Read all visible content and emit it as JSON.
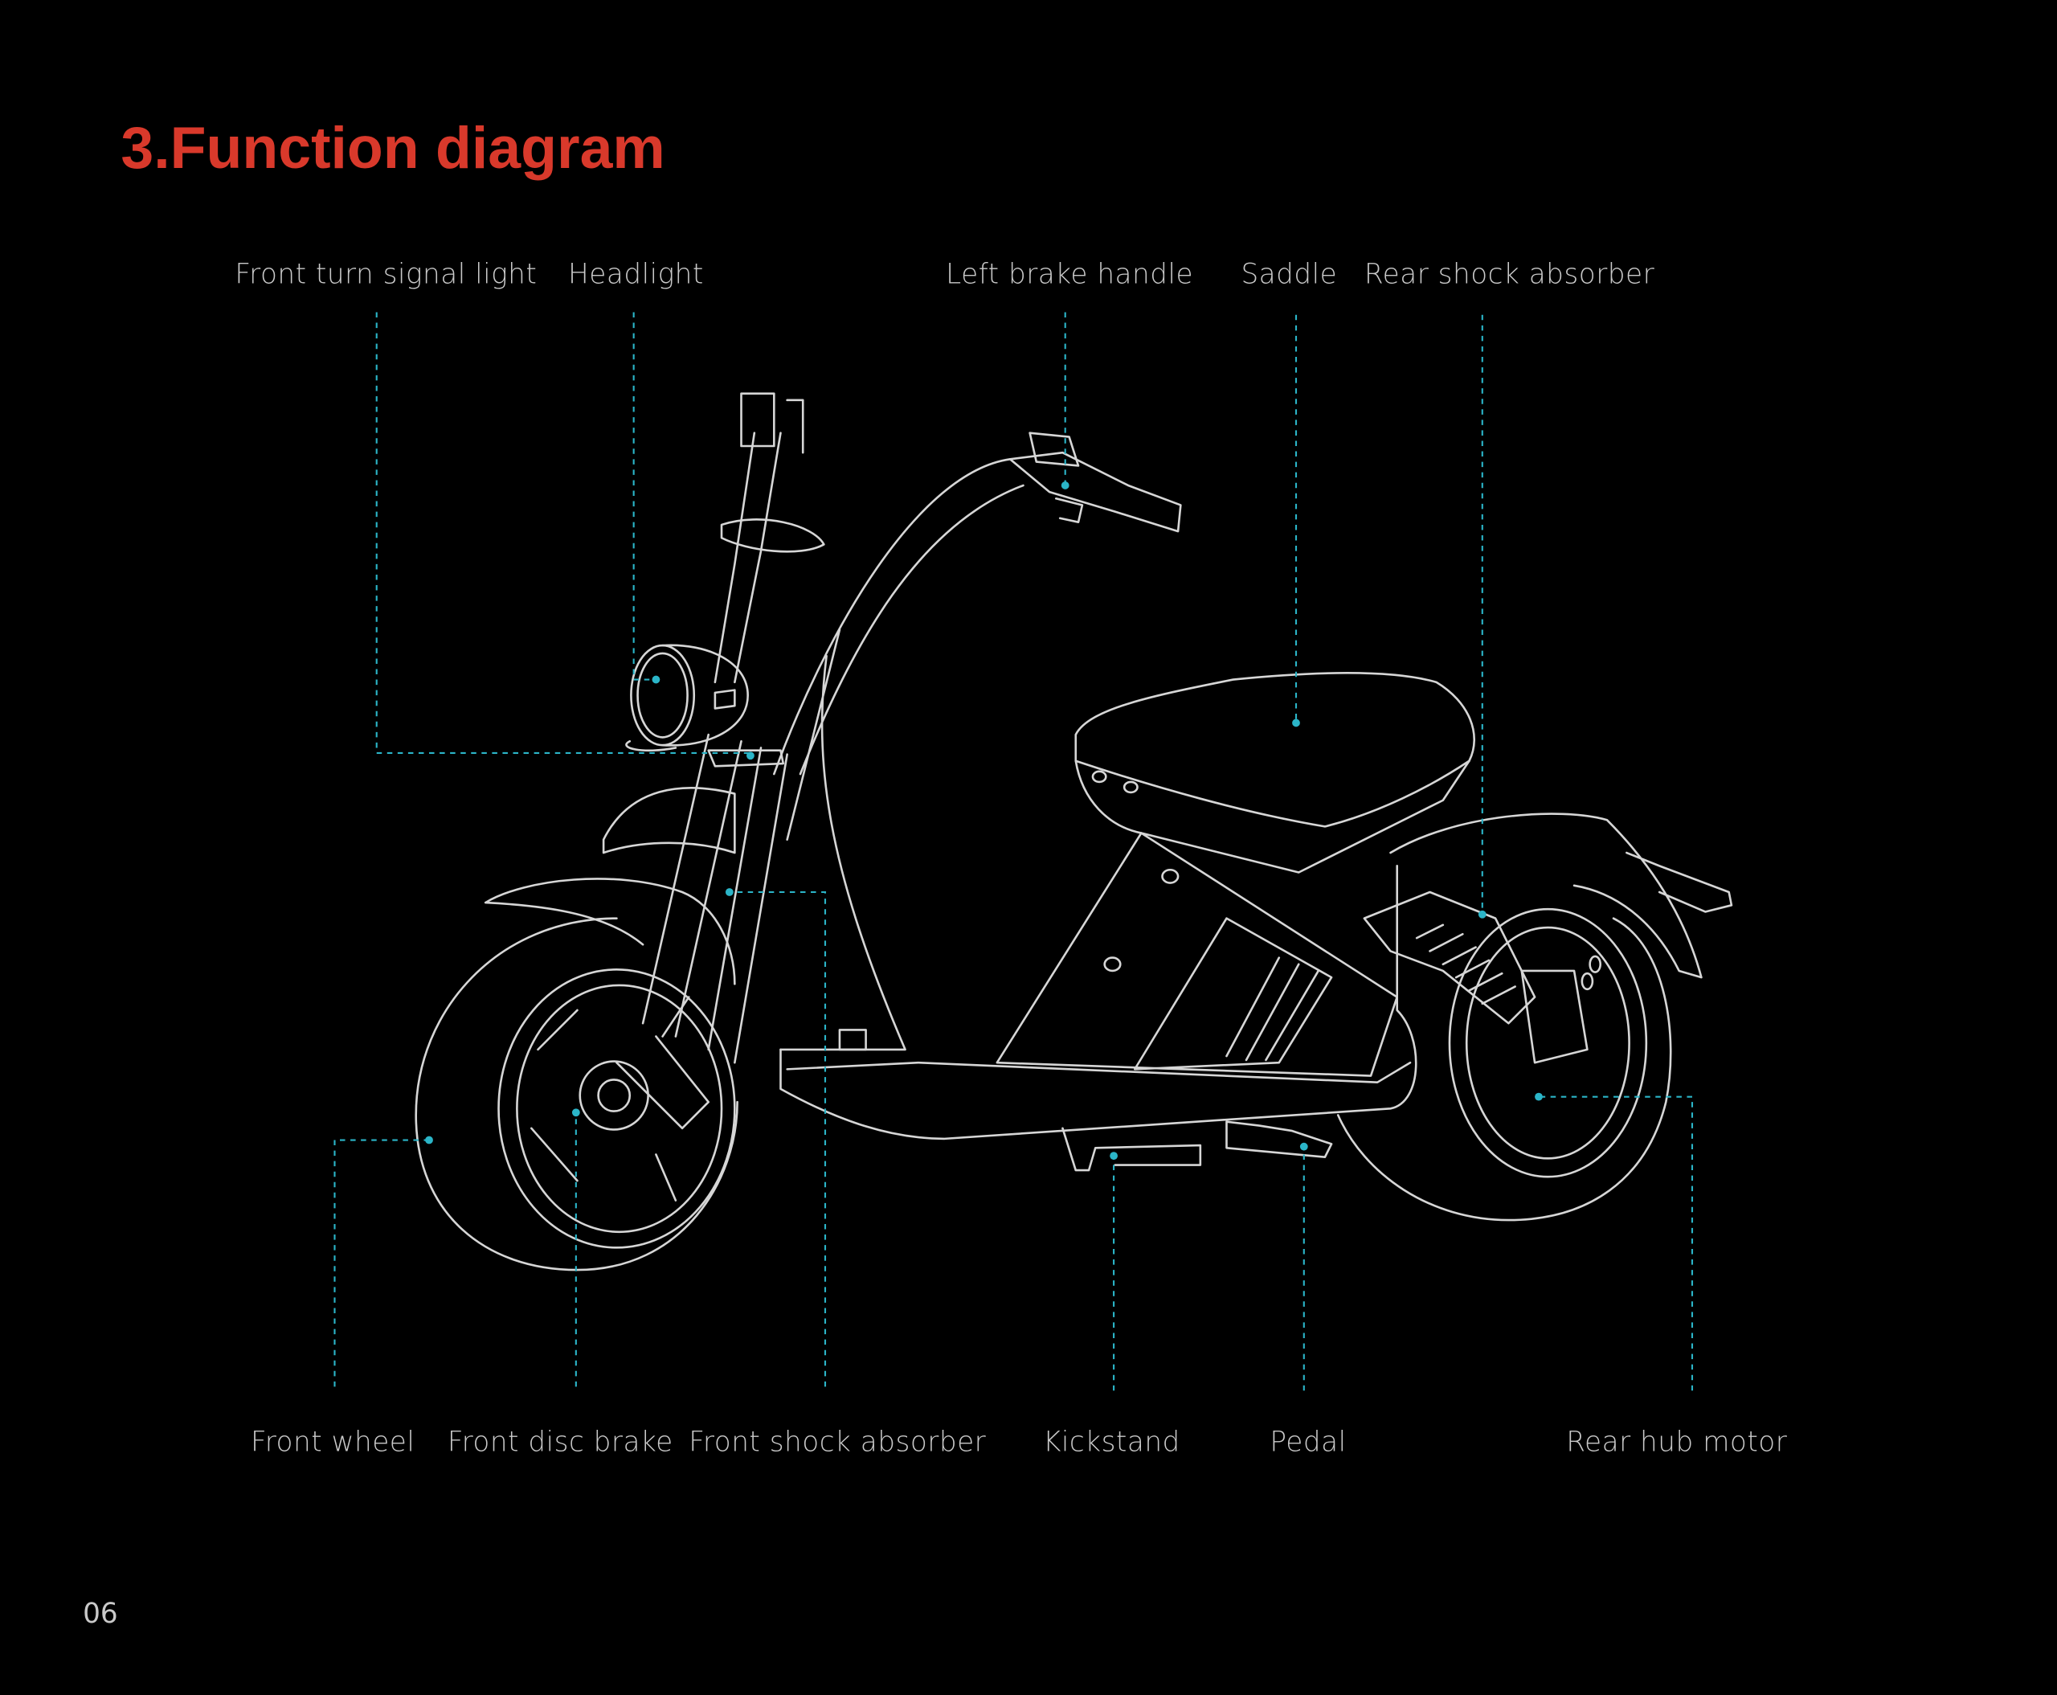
{
  "title": "3.Function diagram",
  "page_number": "06",
  "colors": {
    "title": "#d9392b",
    "leader": "#2bb5c8",
    "label": "#c9c9c9",
    "background": "#000000"
  },
  "labels": {
    "front_turn_signal_light": "Front turn signal light",
    "headlight": "Headlight",
    "left_brake_handle": "Left brake handle",
    "saddle": "Saddle",
    "rear_shock_absorber": "Rear shock absorber",
    "front_wheel": "Front wheel",
    "front_disc_brake": "Front disc brake",
    "front_shock_absorber": "Front shock absorber",
    "kickstand": "Kickstand",
    "pedal": "Pedal",
    "rear_hub_motor": "Rear hub motor"
  }
}
